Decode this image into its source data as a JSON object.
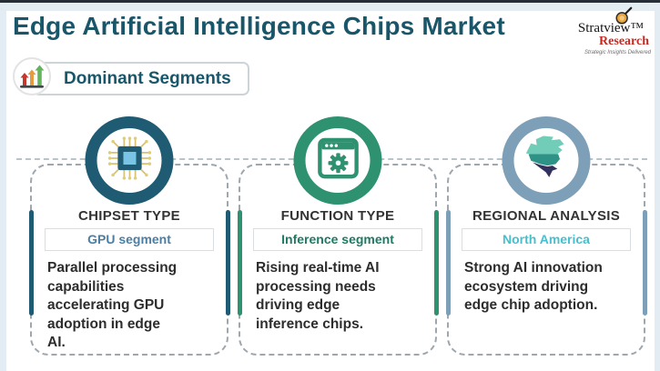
{
  "header": {
    "title": "Edge Artificial Intelligence Chips Market",
    "logo": {
      "name": "Stratview™",
      "sub": "Research",
      "tagline": "Strategic Insights Delivered"
    }
  },
  "badge": {
    "label": "Dominant Segments"
  },
  "cards": [
    {
      "category": "CHIPSET TYPE",
      "segment": "GPU segment",
      "description": "Parallel processing\ncapabilities\naccelerating GPU\nadoption in edge\nAI.",
      "icon": "chip-icon",
      "accent": "#1f5b72",
      "segment_color": "#4b7ea1"
    },
    {
      "category": "FUNCTION TYPE",
      "segment": "Inference segment",
      "description": "Rising real-time AI\nprocessing needs\ndriving edge\ninference chips.",
      "icon": "window-gear-icon",
      "accent": "#2e9170",
      "segment_color": "#1e7a63"
    },
    {
      "category": "REGIONAL ANALYSIS",
      "segment": "North America",
      "description": "Strong AI innovation\necosystem driving\nedge chip adoption.",
      "icon": "north-america-map-icon",
      "accent": "#7d9fb8",
      "segment_color": "#47bfcc"
    }
  ],
  "colors": {
    "title": "#19566a",
    "logo_red": "#c32a21",
    "arrow_red": "#c4392e",
    "arrow_orange": "#e79b3c",
    "arrow_green": "#62b55a",
    "dashed_border": "#9ea7ad"
  }
}
